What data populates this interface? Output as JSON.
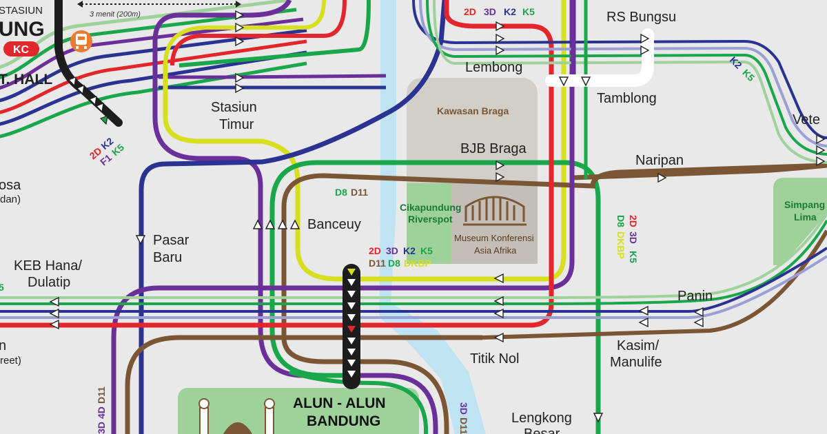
{
  "colors": {
    "background": "#e9e9e9",
    "red": "#e3262b",
    "yellow": "#d7df1f",
    "purple": "#6b2f9a",
    "navy": "#2a3391",
    "green": "#1aa64b",
    "brown": "#7a5634",
    "black": "#1d1d1d",
    "water": "#bfe3f3",
    "area_grey": "#d2cfc9",
    "park_green": "#9fd19b"
  },
  "stations": {
    "stasiun_title_top": "STASIUN",
    "stasiun_title_big": "UNG",
    "kc_badge": "KC",
    "transfer_note": "3 menit (200m)",
    "city_hall": "T. HALL",
    "rs_bungsu": "RS Bungsu",
    "lembong": "Lembong",
    "tamblong": "Tamblong",
    "stasiun_timur_1": "Stasiun",
    "stasiun_timur_2": "Timur",
    "veteran": "Vete",
    "bjb_braga": "BJB Braga",
    "naripan": "Naripan",
    "osa": "osa",
    "osa_sub": "dan)",
    "banceuy": "Banceuy",
    "pasar_baru_1": "Pasar",
    "pasar_baru_2": "Baru",
    "keb_hana_1": "KEB Hana/",
    "keb_hana_2": "Dulatip",
    "panin": "Panin",
    "kasim_1": "Kasim/",
    "kasim_2": "Manulife",
    "titik_nol": "Titik Nol",
    "n_left": "n",
    "street_left": "reet)",
    "lengkong_1": "Lengkong",
    "lengkong_2": "Besar",
    "alun_1": "ALUN - ALUN",
    "alun_2": "BANDUNG",
    "left_5": "5"
  },
  "areas": {
    "kawasan_braga": "Kawasan Braga",
    "cikapundung_1": "Cikapundung",
    "cikapundung_2": "Riverspot",
    "museum_1": "Museum Konferensi",
    "museum_2": "Asia Afrika",
    "simpang_1": "Simpang",
    "simpang_2": "Lima"
  },
  "route_codes": {
    "top_2d": "2D",
    "top_3d": "3D",
    "top_k2": "K2",
    "top_k5": "K5",
    "left_2d": "2D",
    "left_k2": "K2",
    "left_f1": "F1",
    "left_k5": "K5",
    "right_k2": "K2",
    "right_k5": "K5",
    "mid_d8": "D8",
    "mid_d11": "D11",
    "c_2d": "2D",
    "c_3d": "3D",
    "c_k2": "K2",
    "c_k5": "K5",
    "c_d11": "D11",
    "c_d8": "D8",
    "c_dkbp": "DKBP",
    "v_2d": "2D",
    "v_3d": "3D",
    "v_k5": "K5",
    "v_d8": "D8",
    "v_dkbp": "DKBP",
    "bl_3d": "3D",
    "bl_4d": "4D",
    "bl_d11": "D11",
    "br_3d": "3D",
    "br_d11": "D11"
  }
}
